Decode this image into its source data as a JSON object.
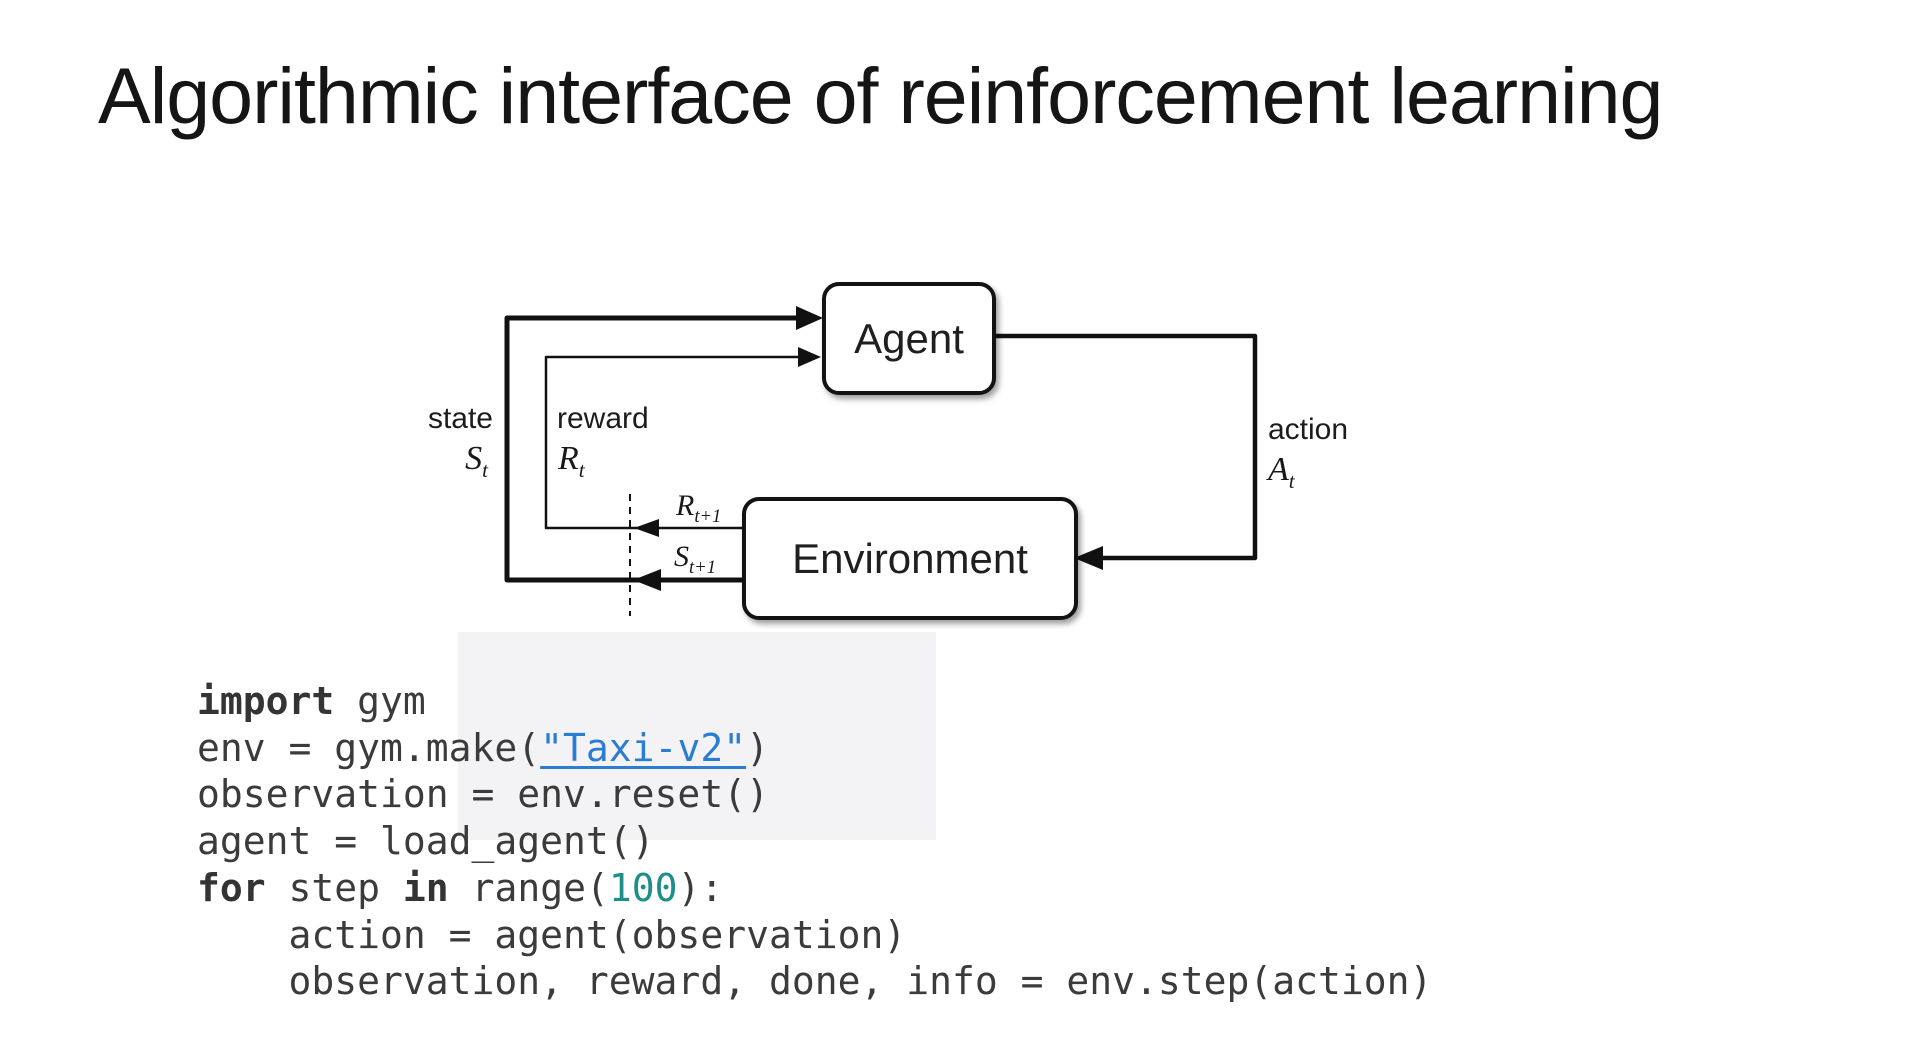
{
  "slide": {
    "title": "Algorithmic interface of reinforcement learning"
  },
  "diagram": {
    "agent_label": "Agent",
    "environment_label": "Environment",
    "state_word": "state",
    "reward_word": "reward",
    "action_word": "action",
    "state_sym": {
      "base": "S",
      "sub": "t"
    },
    "reward_sym": {
      "base": "R",
      "sub": "t"
    },
    "action_sym": {
      "base": "A",
      "sub": "t"
    },
    "next_reward_sym": {
      "base": "R",
      "sub": "t+1"
    },
    "next_state_sym": {
      "base": "S",
      "sub": "t+1"
    }
  },
  "code": {
    "lines": [
      [
        {
          "t": "import",
          "c": "kw"
        },
        {
          "t": " gym",
          "c": "p"
        }
      ],
      [
        {
          "t": "env = gym.make(",
          "c": "p"
        },
        {
          "t": "\"Taxi-v2\"",
          "c": "link"
        },
        {
          "t": ")",
          "c": "p"
        }
      ],
      [
        {
          "t": "observation = env.reset()",
          "c": "p"
        }
      ],
      [
        {
          "t": "agent = load_agent()",
          "c": "p"
        }
      ],
      [
        {
          "t": "for",
          "c": "kw"
        },
        {
          "t": " step ",
          "c": "p"
        },
        {
          "t": "in",
          "c": "kw"
        },
        {
          "t": " range(",
          "c": "p"
        },
        {
          "t": "100",
          "c": "num"
        },
        {
          "t": "):",
          "c": "p"
        }
      ],
      [
        {
          "t": "    action = agent(observation)",
          "c": "p"
        }
      ],
      [
        {
          "t": "    observation, reward, done, info = env.step(action)",
          "c": "p"
        }
      ]
    ]
  },
  "colors": {
    "text": "#3b3b3b",
    "keyword": "#343434",
    "number_literal": "#1e8e89",
    "string_link": "#2b7cd3",
    "diagram_line": "#111111"
  }
}
